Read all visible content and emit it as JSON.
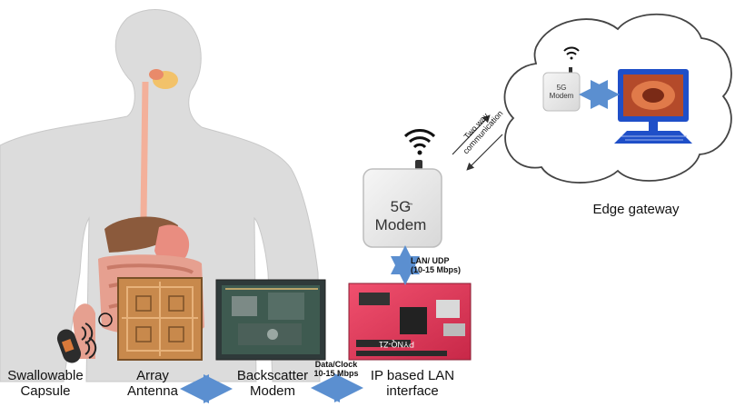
{
  "diagram": {
    "labels": {
      "capsule_line1": "Swallowable",
      "capsule_line2": "Capsule",
      "antenna_line1": "Array",
      "antenna_line2": "Antenna",
      "backscatter_line1": "Backscatter",
      "backscatter_line2": "Modem",
      "lan_line1": "IP based LAN",
      "lan_line2": "interface",
      "edge_gateway": "Edge gateway"
    },
    "link_labels": {
      "data_clock_line1": "Data/Clock",
      "data_clock_line2": "10-15 Mbps",
      "lan_udp_line1": "LAN/ UDP",
      "lan_udp_line2": "(10-15 Mbps)",
      "two_way_line1": "Two way",
      "two_way_line2": "communication"
    },
    "modem_large": {
      "line1": "5G",
      "line2": "Modem"
    },
    "modem_small": {
      "line1": "5G",
      "line2": "Modem"
    },
    "board_text": "PYNQ-Z1",
    "colors": {
      "arrow": "#5b8fd0",
      "body_skin": "#dcdcdc",
      "cloud_stroke": "#444444",
      "monitor": "#1f4fc8",
      "fpga_board": "#e23a5a"
    }
  }
}
